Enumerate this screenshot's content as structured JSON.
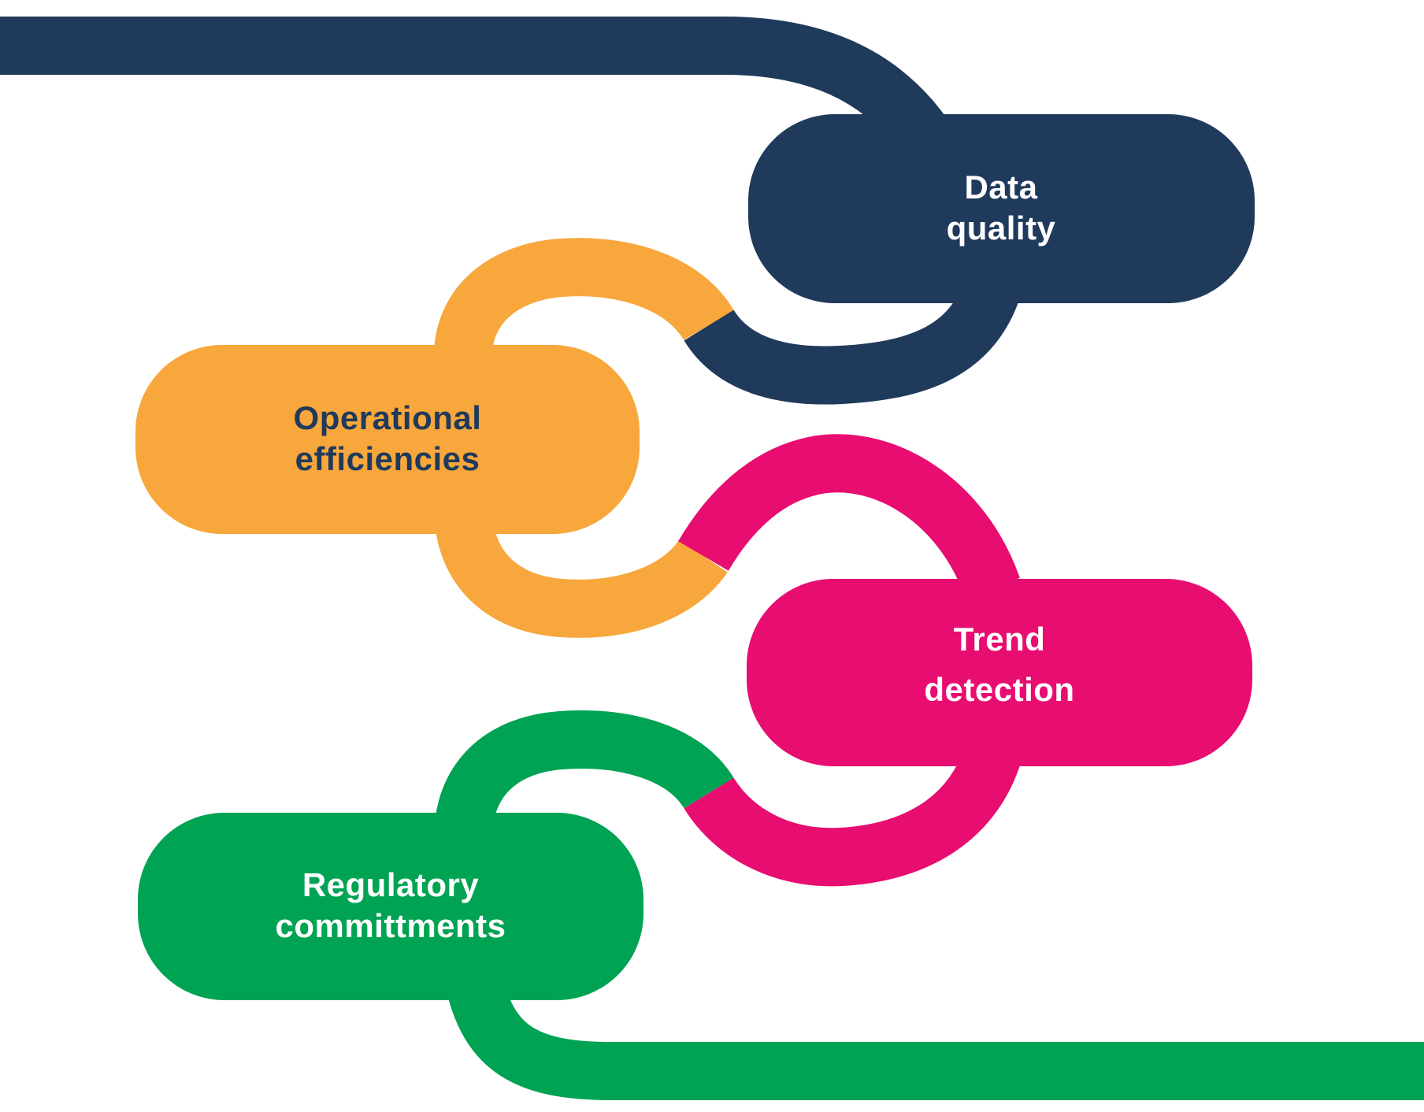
{
  "diagram": {
    "background": "#FFFFFF",
    "description": "Interlocking chain-link infographic with four labelled pills",
    "links": [
      {
        "id": "data-quality",
        "label_line1": "Data",
        "label_line2": "quality",
        "color": "#1F3A5B",
        "text_color": "#FFFFFF"
      },
      {
        "id": "operational-efficiencies",
        "label_line1": "Operational",
        "label_line2": "efficiencies",
        "color": "#F7A73C",
        "text_color": "#1F3A5B"
      },
      {
        "id": "trend-detection",
        "label_line1": "Trend",
        "label_line2": "detection",
        "color": "#E80D70",
        "text_color": "#FFFFFF"
      },
      {
        "id": "regulatory-committments",
        "label_line1": "Regulatory",
        "label_line2": "committments",
        "color": "#00A353",
        "text_color": "#FFFFFF"
      }
    ]
  }
}
